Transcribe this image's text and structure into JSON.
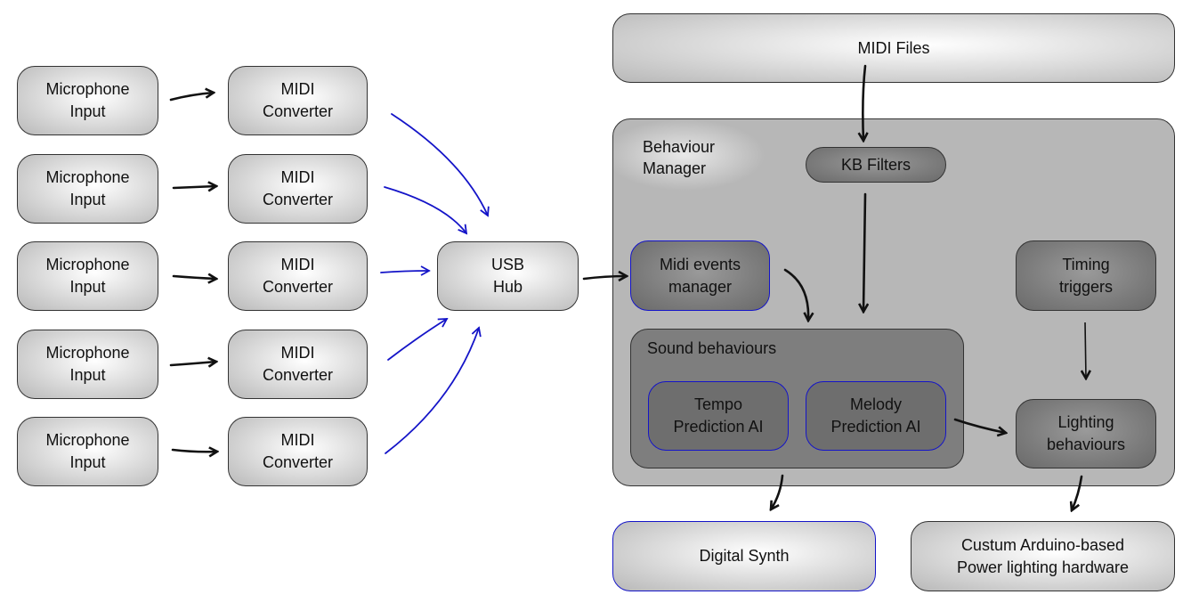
{
  "inputs": [
    {
      "source": "Microphone\nInput",
      "converter": "MIDI\nConverter"
    },
    {
      "source": "Microphone\nInput",
      "converter": "MIDI\nConverter"
    },
    {
      "source": "Microphone\nInput",
      "converter": "MIDI\nConverter"
    },
    {
      "source": "Microphone\nInput",
      "converter": "MIDI\nConverter"
    },
    {
      "source": "Microphone\nInput",
      "converter": "MIDI\nConverter"
    }
  ],
  "usb_hub": "USB\nHub",
  "midi_files": "MIDI  Files",
  "behaviour_manager": {
    "title": "Behaviour\nManager",
    "kb_filters": "KB Filters",
    "midi_events_manager": "Midi events\nmanager",
    "timing_triggers": "Timing\ntriggers",
    "sound_behaviours": {
      "title": "Sound behaviours",
      "tempo_ai": "Tempo\nPrediction AI",
      "melody_ai": "Melody\nPrediction AI"
    },
    "lighting_behaviours": "Lighting\nbehaviours"
  },
  "outputs": {
    "digital_synth": "Digital Synth",
    "lighting_hardware": "Custum Arduino-based\nPower lighting hardware"
  },
  "colors": {
    "accent_blue": "#1414c8",
    "arrow": "#111111"
  }
}
